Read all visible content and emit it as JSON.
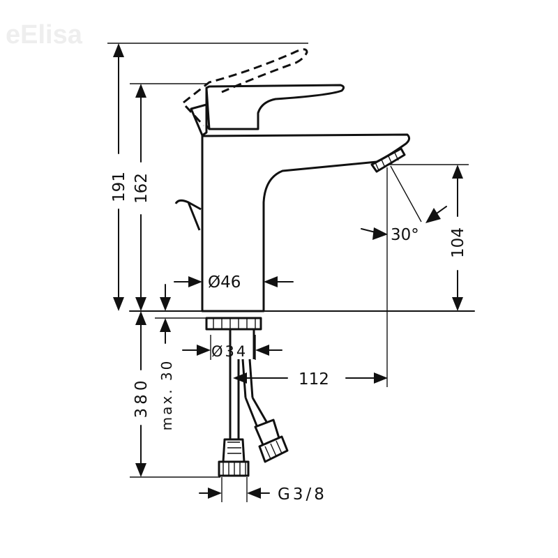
{
  "watermark": "eElisa",
  "dimensions": {
    "total_height": "191",
    "body_height": "162",
    "spout_height": "104",
    "angle": "30°",
    "body_diameter": "Ø46",
    "shank_diameter": "Ø34",
    "spout_reach": "112",
    "hose_length": "380",
    "max_thickness": "max. 30",
    "connection": "G3/8"
  }
}
